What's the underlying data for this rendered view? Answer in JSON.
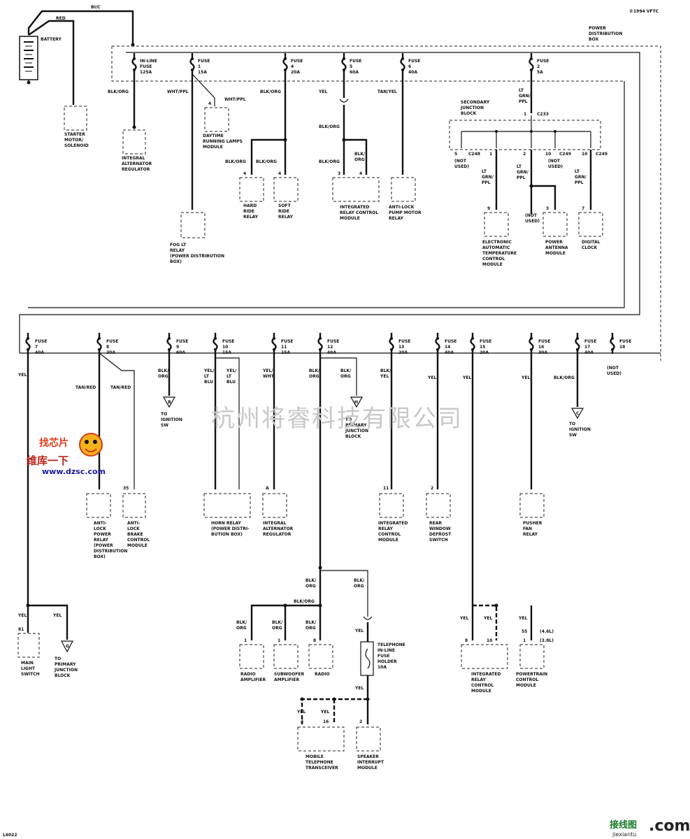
{
  "copyright": "©1994 VFTC",
  "power_distribution_box": "POWER\nDISTRIBUTION\nBOX",
  "battery": "BATTERY",
  "wires_top": {
    "blk": "BI/C",
    "red": "RED"
  },
  "starter": "STARTER\nMOTOR/\nSOLENOID",
  "alternator": "INTEGRAL\nALTERNATOR\nREGULATOR",
  "top_fuses": [
    {
      "label": "IN-LINE\nFUSE\n125A",
      "wire": "BLK/ORG"
    },
    {
      "label": "FUSE\n1\n15A",
      "wire": "WHT/PPL"
    },
    {
      "label": "FUSE\n4\n20A",
      "wire": "BLK/ORG"
    },
    {
      "label": "FUSE\n5\n60A",
      "wire": "YEL"
    },
    {
      "label": "FUSE\n6\n40A",
      "wire": "TAN/YEL"
    },
    {
      "label": "FUSE\n2\n5A",
      "wire": "LT\nGRN/\nPPL"
    }
  ],
  "top_components": {
    "drl": "DAYTIME\nRUNNING LAMPS\nMODULE",
    "drl_pin": "4",
    "drl_wire": "WHT/PPL",
    "fog": "FOG LT\nRELAY\n(POWER DISTRIBUTION\nBOX)",
    "hard_ride": "HARD\nRIDE\nRELAY",
    "soft_ride": "SOFT\nRIDE\nRELAY",
    "hard_wire": "BLK/ORG",
    "soft_wire": "BLK/ORG",
    "hard_pin": "4",
    "soft_pin": "4",
    "yel_blk": "BLK/ORG",
    "ircm_wire1": "BLK/ORG",
    "ircm_wire2": "BLK/\nORG",
    "ircm_pin1": "3",
    "ircm_pin2": "4",
    "ircm": "INTEGRATED\nRELAY CONTROL\nMODULE",
    "abs": "ANTI-LOCK\nPUMP MOTOR\nRELAY",
    "sec_junction": "SECONDARY\nJUNCTION\nBLOCK",
    "c233_pin": "1",
    "c233": "C233",
    "sjb_pins": [
      "5",
      "1",
      "2",
      "10",
      "10"
    ],
    "sjb_conns": [
      "C248",
      "C249",
      "C249"
    ],
    "not_used_1": "(NOT\nUSED)",
    "not_used_2": "(NOT\nUSED)",
    "not_used_3": "(NOT\nUSED)",
    "lt_grn_ppl": "LT\nGRN/\nPPL",
    "eatc_pin": "9",
    "eatc": "ELECTRONIC\nAUTOMATIC\nTEMPERATURE\nCONTROL\nMODULE",
    "antenna_pin": "3",
    "antenna": "POWER\nANTENNA\nMODULE",
    "clock_pin": "7",
    "clock": "DIGITAL\nCLOCK"
  },
  "bottom_fuses": [
    {
      "label": "FUSE\n7\n40A",
      "wire": "YEL"
    },
    {
      "label": "FUSE\n8\n20A",
      "wire": "TAN/RED"
    },
    {
      "label": "FUSE\n9\n60A",
      "wire": "BLK/\nORG"
    },
    {
      "label": "FUSE\n10\n15A",
      "wire": "YEL/\nLT\nBLU"
    },
    {
      "label": "FUSE\n11\n15A",
      "wire": "YEL/\nWHT"
    },
    {
      "label": "FUSE\n12\n40A",
      "wire": "BLK/\nORG"
    },
    {
      "label": "FUSE\n13\n20A",
      "wire": "BLK/\nYEL"
    },
    {
      "label": "FUSE\n14\n40A",
      "wire": "YEL"
    },
    {
      "label": "FUSE\n15\n20A",
      "wire": "YEL"
    },
    {
      "label": "FUSE\n16\n30A",
      "wire": "YEL"
    },
    {
      "label": "FUSE\n17\n40A",
      "wire": "BLK/ORG"
    },
    {
      "label": "FUSE\n18",
      "wire": "(NOT\nUSED)"
    }
  ],
  "bottom_components": {
    "tan_red_2": "TAN/RED",
    "antilock_power": "ANTI-\nLOCK\nPOWER\nRELAY\n(POWER\nDISTRIBUTION\nBOX)",
    "abs_module_pin": "35",
    "abs_module": "ANTI-\nLOCK\nBRAKE\nCONTROL\nMODULE",
    "to_ign_1": "TO\nIGNITION\nSW",
    "conn_b": "B",
    "horn_relay": "HORN RELAY\n(POWER DISTRI-\nBUTION BOX)",
    "yel_lt_blu_2": "YEL/\nLT\nBLU",
    "alt_pin": "A",
    "alt2": "INTEGRAL\nALTERNATOR\nREGULATOR",
    "blk_org_12b": "BLK/\nORG",
    "conn_h": "H",
    "to_primary_1": "TO\nPRIMARY\nJUNCTION\nBLOCK",
    "ircm_pin": "11",
    "ircm2": "INTEGRATED\nRELAY\nCONTROL\nMODULE",
    "defrost_pin": "2",
    "defrost": "REAR\nWINDOW\nDEFROST\nSWITCH",
    "pusher": "PUSHER\nFAN\nRELAY",
    "to_ign_2": "TO\nIGNITION\nSW",
    "conn_c": "C",
    "yel_a": "YEL",
    "yel_b": "YEL",
    "main_light_pin": "81",
    "main_light": "MAIN\nLIGHT\nSWITCH",
    "conn_g": "G",
    "to_primary_2": "TO\nPRIMARY\nJUNCTION\nBLOCK",
    "blk_org_a": "BLK/\nORG",
    "blk_org_b": "BLK/\nORG",
    "blk_org_c": "BLK/ORG",
    "blk_org_d": "BLK/\nORG",
    "blk_org_e": "BLK/\nORG",
    "blk_org_f": "BLK/\nORG",
    "radio_amp_pin": "1",
    "radio_amp": "RADIO\nAMPLIFIER",
    "sub_amp_pin": "1",
    "sub_amp": "SUBWOOFER\nAMPLIFIER",
    "radio_pin": "8",
    "radio": "RADIO",
    "tel_fuse": "TELEPHONE\nIN-LINE\nFUSE\nHOLDER\n10A",
    "yel_c": "YEL",
    "yel_d": "YEL",
    "yel_e": "YEL",
    "yel_f": "YEL",
    "mobile_pins": [
      "4",
      "16"
    ],
    "mobile": "MOBILE\nTELEPHONE\nTRANSCEIVER",
    "speaker_pin": "2",
    "speaker": "SPEAKER\nINTERRUPT\nMODULE",
    "yel_g": "YEL",
    "yel_h": "YEL",
    "yel_i": "YEL",
    "ircm3_pins": [
      "8",
      "10"
    ],
    "ircm3": "INTEGRATED\nRELAY\nCONTROL\nMODULE",
    "pcm_pin1": "55",
    "pcm_pin2": "1",
    "pcm_note1": "(4.6L)",
    "pcm_note2": "(3.8L)",
    "pcm": "POWERTRAIN\nCONTROL\nMODULE"
  },
  "watermark": "杭州将睿科技有限公司",
  "logo": {
    "line1": "维库一下",
    "line2": "www.dzsc.com",
    "line3": "找芯片"
  },
  "footer_left": "L6022",
  "footer_right": {
    "cn": "接线图",
    "en": ".com",
    "sub": "jiexiantu"
  }
}
